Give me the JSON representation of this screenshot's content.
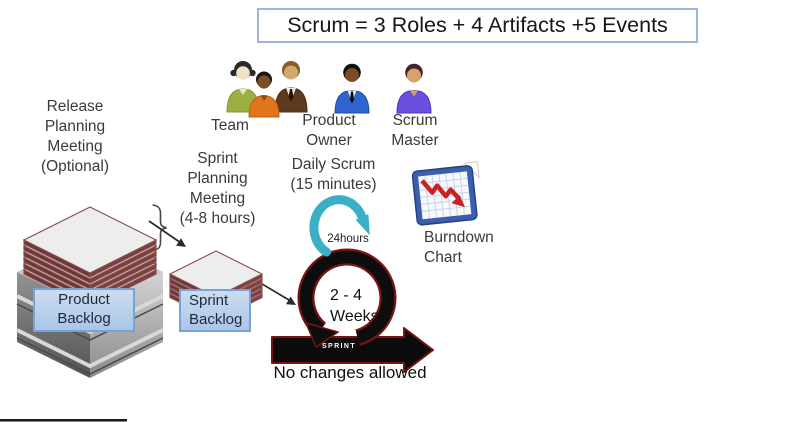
{
  "title": {
    "text": "Scrum = 3 Roles + 4 Artifacts +5 Events"
  },
  "roles": {
    "team": {
      "label": "Team",
      "icon": "team-people-icon"
    },
    "product_owner": {
      "lines": [
        "Product",
        "Owner"
      ],
      "icon": "person-icon"
    },
    "scrum_master": {
      "lines": [
        "Scrum",
        "Master"
      ],
      "icon": "person-icon"
    }
  },
  "artifacts": {
    "product_backlog": {
      "label": "Product Backlog",
      "icon": "layer-stack-icon"
    },
    "sprint_backlog": {
      "label": "Sprint Backlog",
      "icon": "layer-stack-icon"
    },
    "burndown_chart": {
      "lines": [
        "Burndown",
        "Chart"
      ],
      "icon": "burndown-chart-icon"
    }
  },
  "events": {
    "release_planning_meeting": {
      "lines": [
        "Release",
        "Planning",
        "Meeting",
        "(Optional)"
      ]
    },
    "sprint_planning_meeting": {
      "lines": [
        "Sprint",
        "Planning",
        "Meeting",
        "(4-8 hours)"
      ]
    },
    "daily_scrum": {
      "lines": [
        "Daily Scrum",
        "(15 minutes)"
      ],
      "cycle_label": "24hours",
      "icon": "circular-arrow-icon"
    },
    "sprint": {
      "duration_lines": [
        "2 - 4",
        "Weeks"
      ],
      "arrow_label": "SPRINT",
      "note": "No changes allowed",
      "icon": "loop-arrow-icon"
    }
  },
  "colors": {
    "title_border": "#9ab6dc",
    "backlog_box_border": "#76a2d4",
    "daily_cycle_teal": "#3aafc5",
    "sprint_dark_red": "#7d1212",
    "sprint_black": "#0d0d0d",
    "burndown_red": "#c92222",
    "plate_edge_maroon": "#86504e"
  }
}
